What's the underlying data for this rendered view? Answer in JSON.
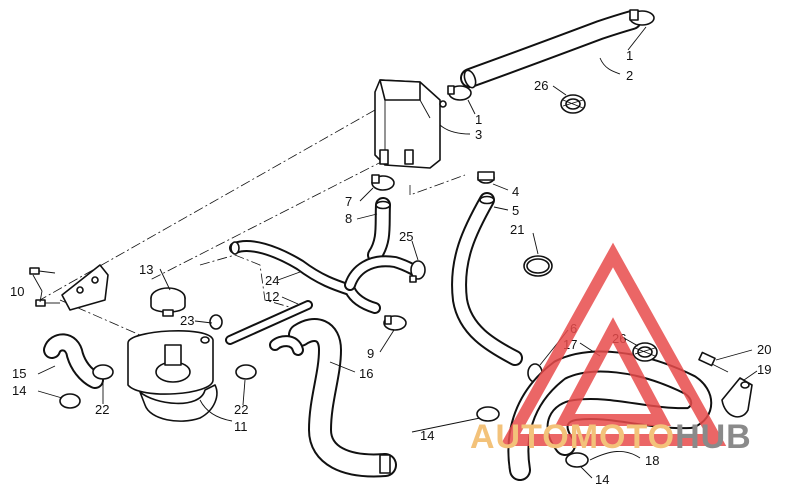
{
  "diagram": {
    "callouts": [
      "1",
      "2",
      "26",
      "1",
      "3",
      "4",
      "5",
      "7",
      "8",
      "21",
      "25",
      "13",
      "24",
      "12",
      "10",
      "23",
      "9",
      "16",
      "6",
      "17",
      "26",
      "20",
      "19",
      "15",
      "14",
      "22",
      "22",
      "11",
      "14",
      "18",
      "14"
    ]
  },
  "watermark": {
    "brand_part1": "AUTOMOTO",
    "brand_part2": "HUB",
    "brand_color": "#e84b4b",
    "text_color_1": "#f3c27a",
    "text_color_2": "#8a8a8a"
  }
}
